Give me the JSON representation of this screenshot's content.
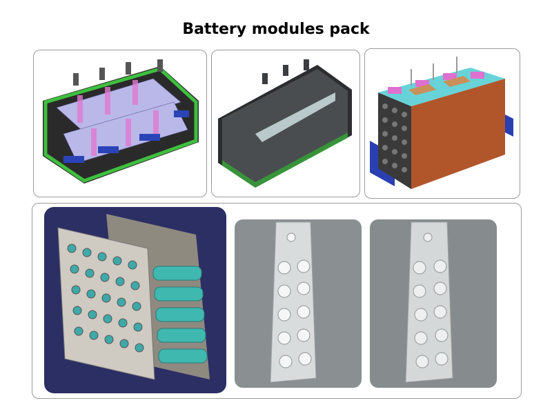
{
  "page": {
    "title": "Battery modules pack"
  },
  "figures": [
    {
      "name": "open-module-tray",
      "depicts": "pack-tray-open"
    },
    {
      "name": "closed-module-cover",
      "depicts": "pack-cover-closed"
    },
    {
      "name": "module-stack-with-bolts",
      "depicts": "cell-block-with-terminals"
    },
    {
      "name": "cell-holder-assembly",
      "depicts": "cylindrical-cell-holder"
    },
    {
      "name": "aluminum-plate-front",
      "depicts": "holder-plate-photo"
    },
    {
      "name": "aluminum-plate-back",
      "depicts": "holder-plate-photo"
    }
  ],
  "colors": {
    "tray_green": "#3fbf3f",
    "cover_gray": "#4a4d50",
    "cell_teal": "#3fa8a8",
    "copper": "#b0562a",
    "navy_bg": "#2b2f63"
  }
}
